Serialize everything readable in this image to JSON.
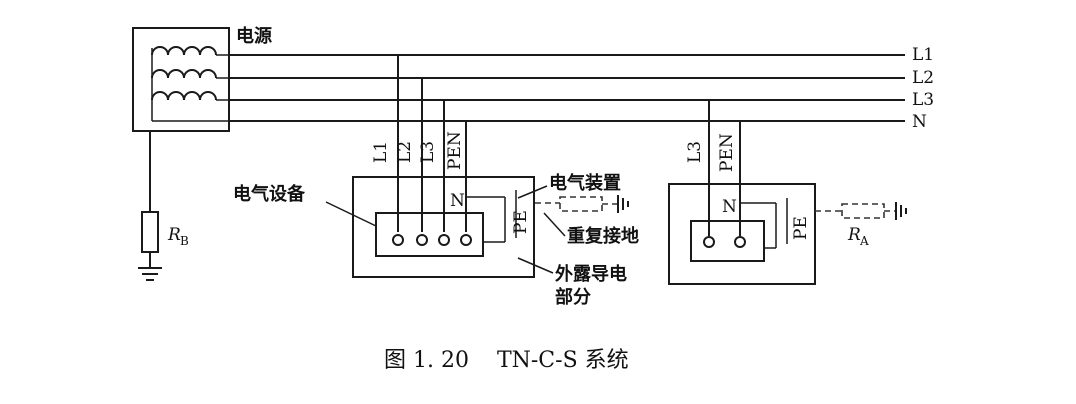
{
  "labels": {
    "source": "电源",
    "bus": [
      "L1",
      "L2",
      "L3",
      "N"
    ],
    "eq1_terms": [
      "L1",
      "L2",
      "L3",
      "PEN"
    ],
    "eq2_terms": [
      "L3",
      "PEN"
    ],
    "n1": "N",
    "pe1": "PE",
    "n2": "N",
    "pe2": "PE",
    "equipment": "电气设备",
    "installation": "电气装置",
    "reground": "重复接地",
    "exposed_line1": "外露导电",
    "exposed_line2": "部分",
    "rb_main": "R",
    "rb_sub": "B",
    "ra_main": "R",
    "ra_sub": "A"
  },
  "caption": "图 1. 20    TN-C-S 系统"
}
